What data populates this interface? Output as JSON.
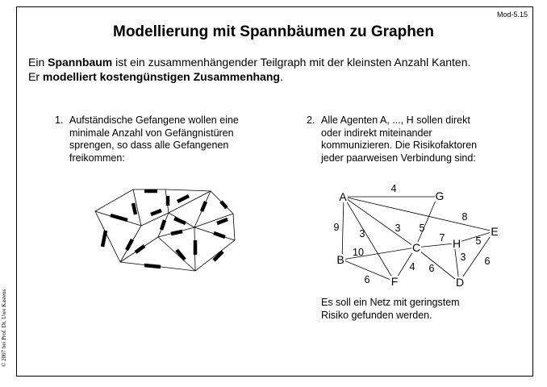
{
  "slide_id": "Mod-5.15",
  "title": "Modellierung mit Spannbäumen zu Graphen",
  "intro": {
    "line1_pre": "Ein ",
    "line1_bold": "Spannbaum",
    "line1_post": " ist ein zusammenhängender Teilgraph mit der kleinsten Anzahl Kanten.",
    "line2_pre": "Er ",
    "line2_bold": "modelliert kostengünstigen Zusammenhang",
    "line2_post": "."
  },
  "item1": {
    "number": "1.",
    "lines": [
      "Aufständische Gefangene wollen eine",
      "minimale Anzahl von Gefängnistüren",
      "sprengen, so dass alle Gefangenen",
      "freikommen:"
    ]
  },
  "item2": {
    "number": "2.",
    "lines": [
      "Alle Agenten A, ..., H sollen direkt",
      "oder indirekt miteinander",
      "kommunizieren. Die Risikofaktoren",
      "jeder paarweisen Verbindung sind:"
    ]
  },
  "graph": {
    "nodes": [
      "A",
      "B",
      "C",
      "D",
      "E",
      "F",
      "G",
      "H"
    ],
    "edges": [
      {
        "from": "A",
        "to": "G",
        "weight": "4"
      },
      {
        "from": "A",
        "to": "E",
        "weight": "8"
      },
      {
        "from": "A",
        "to": "B",
        "weight": "9"
      },
      {
        "from": "A",
        "to": "F",
        "weight": "3"
      },
      {
        "from": "A",
        "to": "C",
        "weight": "3"
      },
      {
        "from": "G",
        "to": "C",
        "weight": "5"
      },
      {
        "from": "C",
        "to": "H",
        "weight": "7"
      },
      {
        "from": "H",
        "to": "E",
        "weight": "5"
      },
      {
        "from": "B",
        "to": "C",
        "weight": "10"
      },
      {
        "from": "C",
        "to": "F",
        "weight": "4"
      },
      {
        "from": "C",
        "to": "D",
        "weight": "6"
      },
      {
        "from": "H",
        "to": "D",
        "weight": "3"
      },
      {
        "from": "E",
        "to": "D",
        "weight": "6"
      },
      {
        "from": "B",
        "to": "F",
        "weight": "6"
      }
    ]
  },
  "conclusion": [
    "Es soll ein Netz mit geringstem",
    "Risiko gefunden werden."
  ],
  "copyright": "© 2007 bei Prof. Dr. Uwe Kastens"
}
